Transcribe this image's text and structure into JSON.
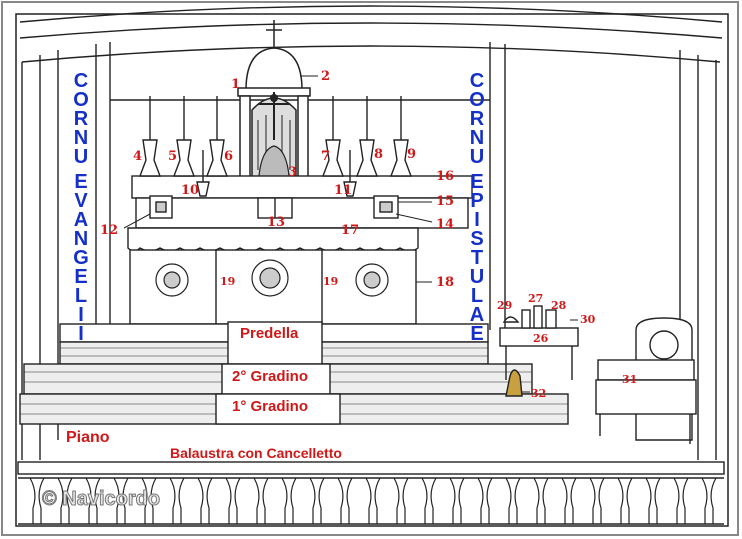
{
  "colors": {
    "label_red": "#d01818",
    "cornu_blue": "#1530c8",
    "line": "#222222",
    "background": "#ffffff"
  },
  "cornu_evangelii": [
    "C",
    "O",
    "R",
    "N",
    "U",
    "",
    "E",
    "V",
    "A",
    "N",
    "G",
    "E",
    "L",
    "I",
    "I"
  ],
  "cornu_epistulae": [
    "C",
    "O",
    "R",
    "N",
    "U",
    "",
    "E",
    "P",
    "I",
    "S",
    "T",
    "U",
    "L",
    "A",
    "E"
  ],
  "labels": {
    "predella": "Predella",
    "gradino2": "2° Gradino",
    "gradino1": "1° Gradino",
    "piano": "Piano",
    "balaustra": "Balaustra  con  Cancelletto"
  },
  "numbers": [
    "1",
    "2",
    "3",
    "4",
    "5",
    "6",
    "7",
    "8",
    "9",
    "10",
    "11",
    "12",
    "13",
    "14",
    "15",
    "16",
    "17",
    "18",
    "19",
    "19",
    "26",
    "27",
    "28",
    "29",
    "30",
    "31",
    "32"
  ],
  "watermark": "© Navicordo"
}
